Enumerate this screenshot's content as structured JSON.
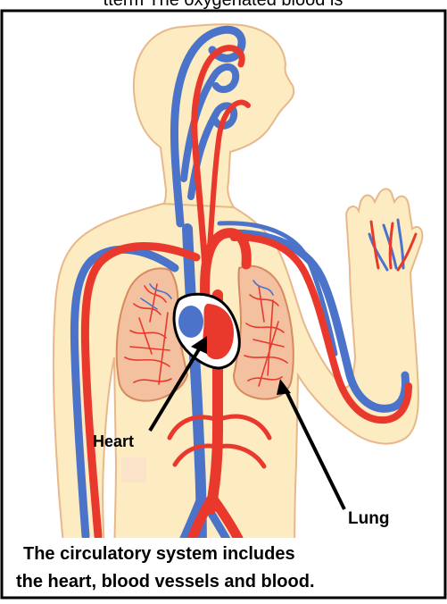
{
  "header_text": "tterm The oxygenated blood is",
  "labels": {
    "heart": "Heart",
    "lung": "Lung"
  },
  "caption": {
    "line1": "The circulatory system includes",
    "line2": "the heart, blood vessels and blood."
  },
  "colors": {
    "skin": "#fdebc1",
    "skin_outline": "#e8b88a",
    "artery": "#e8392c",
    "vein": "#4a73c9",
    "lung": "#f3c0a0",
    "heart_outline": "#000000",
    "frame": "#000000"
  }
}
